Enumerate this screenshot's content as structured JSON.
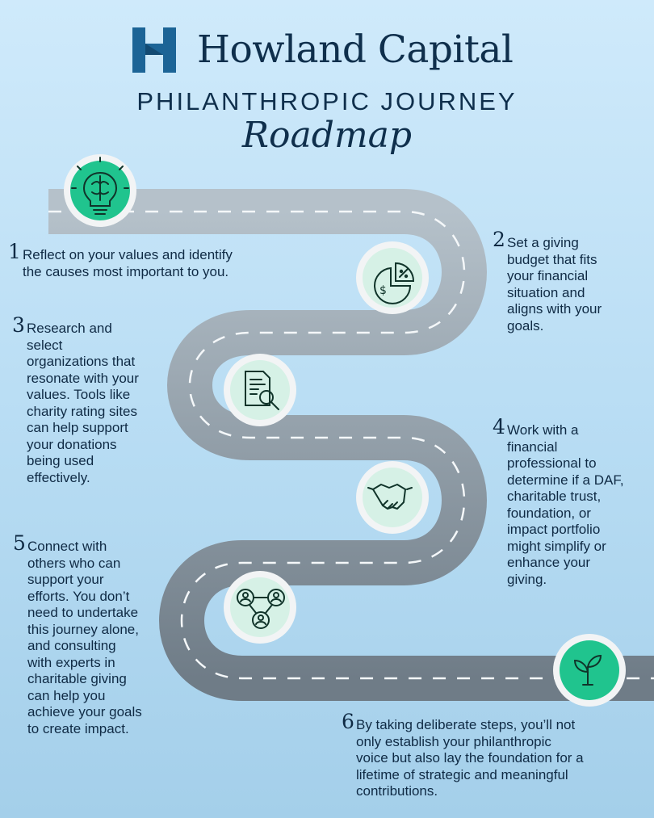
{
  "brand": {
    "name": "Howland Capital",
    "logo_icon": "h-logo-icon",
    "color": "#1a5f8f"
  },
  "header": {
    "subtitle": "PHILANTHROPIC JOURNEY",
    "title": "Roadmap"
  },
  "colors": {
    "road": "#8e9ba6",
    "road_dark": "#6c7883",
    "active_circle": "#20c48e",
    "inactive_circle": "#d6f1e6"
  },
  "steps": [
    {
      "number": "1",
      "icon": "lightbulb-brain-icon",
      "lines": [
        "Reflect on your values and identify",
        "the causes most important to you."
      ]
    },
    {
      "number": "2",
      "icon": "budget-pie-chart-icon",
      "lines": [
        "Set a giving",
        "budget that fits",
        "your financial",
        "situation and",
        "aligns with your",
        "goals."
      ]
    },
    {
      "number": "3",
      "icon": "document-search-icon",
      "lines": [
        "Research and",
        "select",
        "organizations that",
        "resonate with your",
        "values. Tools like",
        "charity rating sites",
        "can help support",
        "your donations",
        "being used",
        "effectively."
      ]
    },
    {
      "number": "4",
      "icon": "handshake-icon",
      "lines": [
        "Work with a",
        "financial",
        "professional to",
        "determine if a DAF,",
        "charitable trust,",
        "foundation, or",
        "impact portfolio",
        "might simplify or",
        "enhance your",
        "giving."
      ]
    },
    {
      "number": "5",
      "icon": "network-people-icon",
      "lines": [
        "Connect with",
        "others who can",
        "support your",
        "efforts. You don’t",
        "need to undertake",
        "this journey alone,",
        "and consulting",
        "with experts in",
        "charitable giving",
        "can help you",
        "achieve your goals",
        "to create impact."
      ]
    },
    {
      "number": "6",
      "icon": "sprout-icon",
      "lines": [
        "By taking deliberate steps, you’ll not",
        "only establish your philanthropic",
        "voice but also lay the foundation for a",
        "lifetime of strategic and meaningful",
        "contributions."
      ]
    }
  ]
}
